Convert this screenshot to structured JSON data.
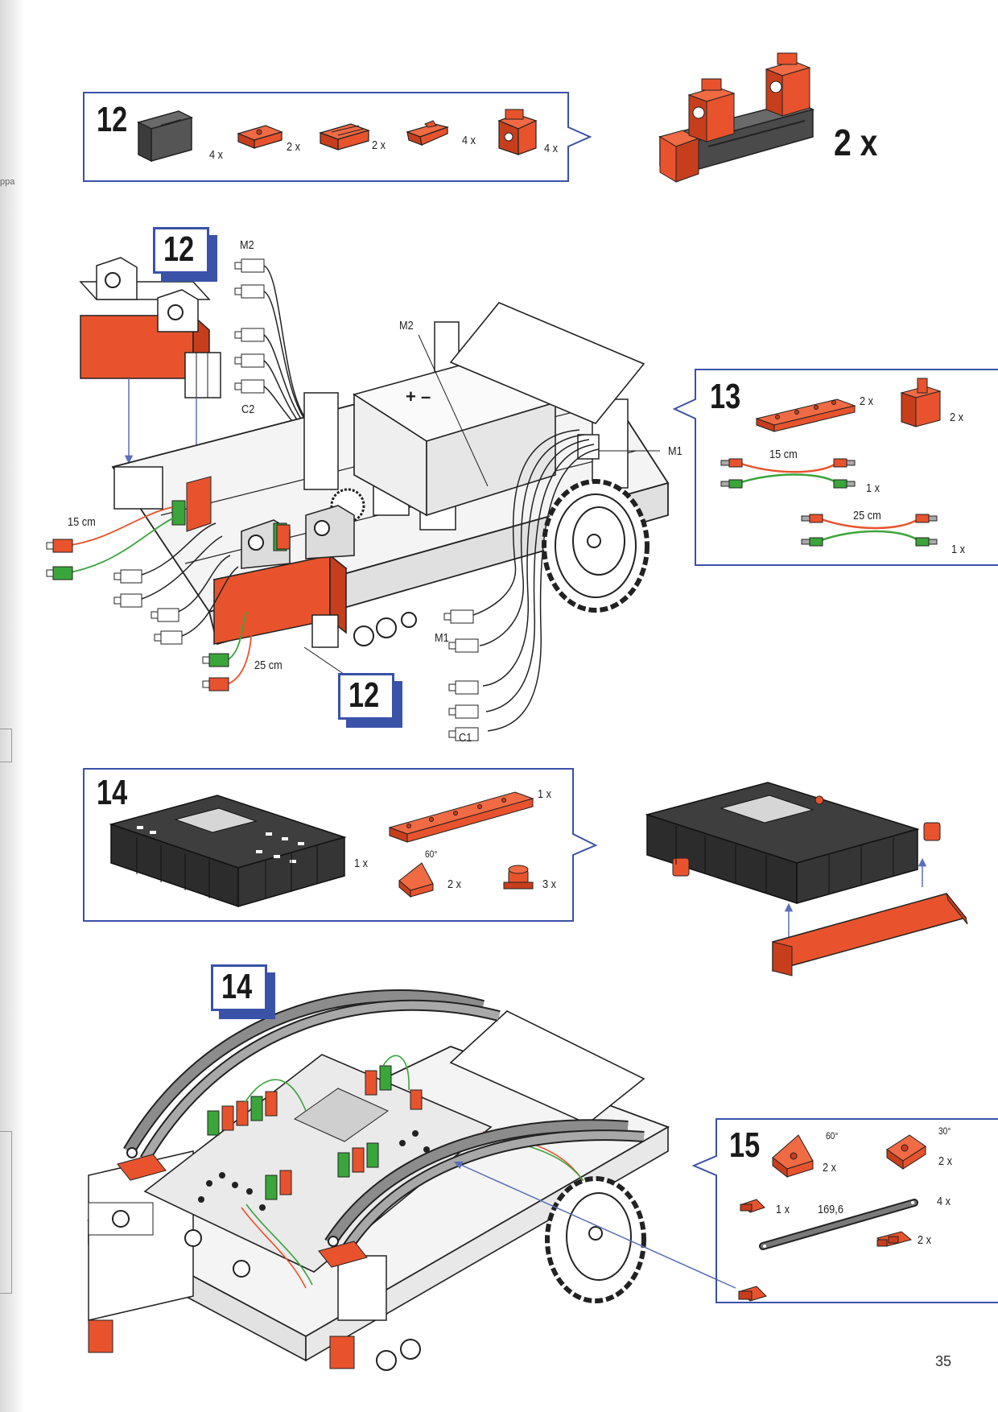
{
  "page": {
    "number": "35",
    "gutter_text": "ppa"
  },
  "colors": {
    "frame": "#3a52a8",
    "red": "#e8532d",
    "dark": "#474747",
    "green": "#3aa53a"
  },
  "step12_box": {
    "number": "12",
    "parts": [
      {
        "icon": "dark-building-block-icon",
        "qty": "4 x"
      },
      {
        "icon": "red-plate-icon",
        "qty": "2 x"
      },
      {
        "icon": "red-slotted-block-icon",
        "qty": "2 x"
      },
      {
        "icon": "red-angle-piece-icon",
        "qty": "4 x"
      },
      {
        "icon": "red-hinge-block-icon",
        "qty": "4 x"
      }
    ],
    "result_qty": "2 x"
  },
  "assembly1": {
    "tags": [
      "12",
      "12"
    ],
    "labels": {
      "m2_top": "M2",
      "c2": "C2",
      "m2_mid": "M2",
      "m1_right": "M1",
      "cable_15": "15 cm",
      "cable_25": "25 cm",
      "m1_bottom": "M1",
      "c1": "C1"
    }
  },
  "step13_box": {
    "number": "13",
    "parts": [
      {
        "icon": "red-flat-plate-icon",
        "qty": "2 x"
      },
      {
        "icon": "red-corner-piece-icon",
        "qty": "2 x"
      },
      {
        "icon": "cable-15cm-icon",
        "length": "15 cm",
        "qty": "1 x"
      },
      {
        "icon": "cable-25cm-icon",
        "length": "25 cm",
        "qty": "1 x"
      }
    ]
  },
  "step14_box": {
    "number": "14",
    "parts": [
      {
        "icon": "controller-board-icon",
        "qty": "1 x"
      },
      {
        "icon": "red-long-plate-icon",
        "qty": "1 x"
      },
      {
        "icon": "red-wedge-60-icon",
        "angle": "60°",
        "qty": "2 x"
      },
      {
        "icon": "red-round-block-icon",
        "qty": "3 x"
      }
    ]
  },
  "assembly2": {
    "tag": "14"
  },
  "step15_box": {
    "number": "15",
    "parts": [
      {
        "icon": "red-wedge-60-icon",
        "angle": "60°",
        "qty": "2 x"
      },
      {
        "icon": "red-wedge-30-icon",
        "angle": "30°",
        "qty": "2 x"
      },
      {
        "icon": "red-small-clip-icon",
        "qty": "1 x"
      },
      {
        "icon": "strut-169-icon",
        "length": "169,6",
        "qty": "4 x"
      },
      {
        "icon": "red-double-clip-icon",
        "qty": "2 x"
      }
    ]
  }
}
